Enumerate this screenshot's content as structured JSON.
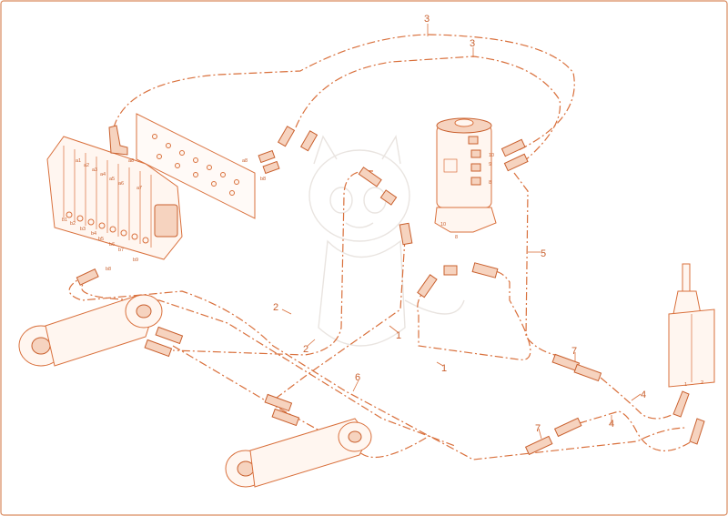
{
  "callouts": {
    "c3a": "3",
    "c3b": "3",
    "c5": "5",
    "c2a": "2",
    "c2b": "2",
    "c1a": "1",
    "c1b": "1",
    "c6": "6",
    "c7a": "7",
    "c7b": "7",
    "c4a": "4",
    "c4b": "4"
  },
  "valve_ports": {
    "top": [
      "a1",
      "a2",
      "a3",
      "a4",
      "a5",
      "a6",
      "a7",
      "a8"
    ],
    "bottom": [
      "b1",
      "b2",
      "b3",
      "b4",
      "b5",
      "b6",
      "b7",
      "b8"
    ],
    "side": "b9"
  },
  "fitting_labels": {
    "a8": "a8",
    "b8": "b8",
    "joint_10_upper": "10",
    "joint_9": "9",
    "joint_8": "8",
    "joint_10_lower": "10",
    "joint_8_lower": "8",
    "joystick_1": "1",
    "joystick_2": "2"
  },
  "colors": {
    "line": "#d9703c",
    "frame": "#d98a5e",
    "watermark": "#e9e4e0"
  }
}
